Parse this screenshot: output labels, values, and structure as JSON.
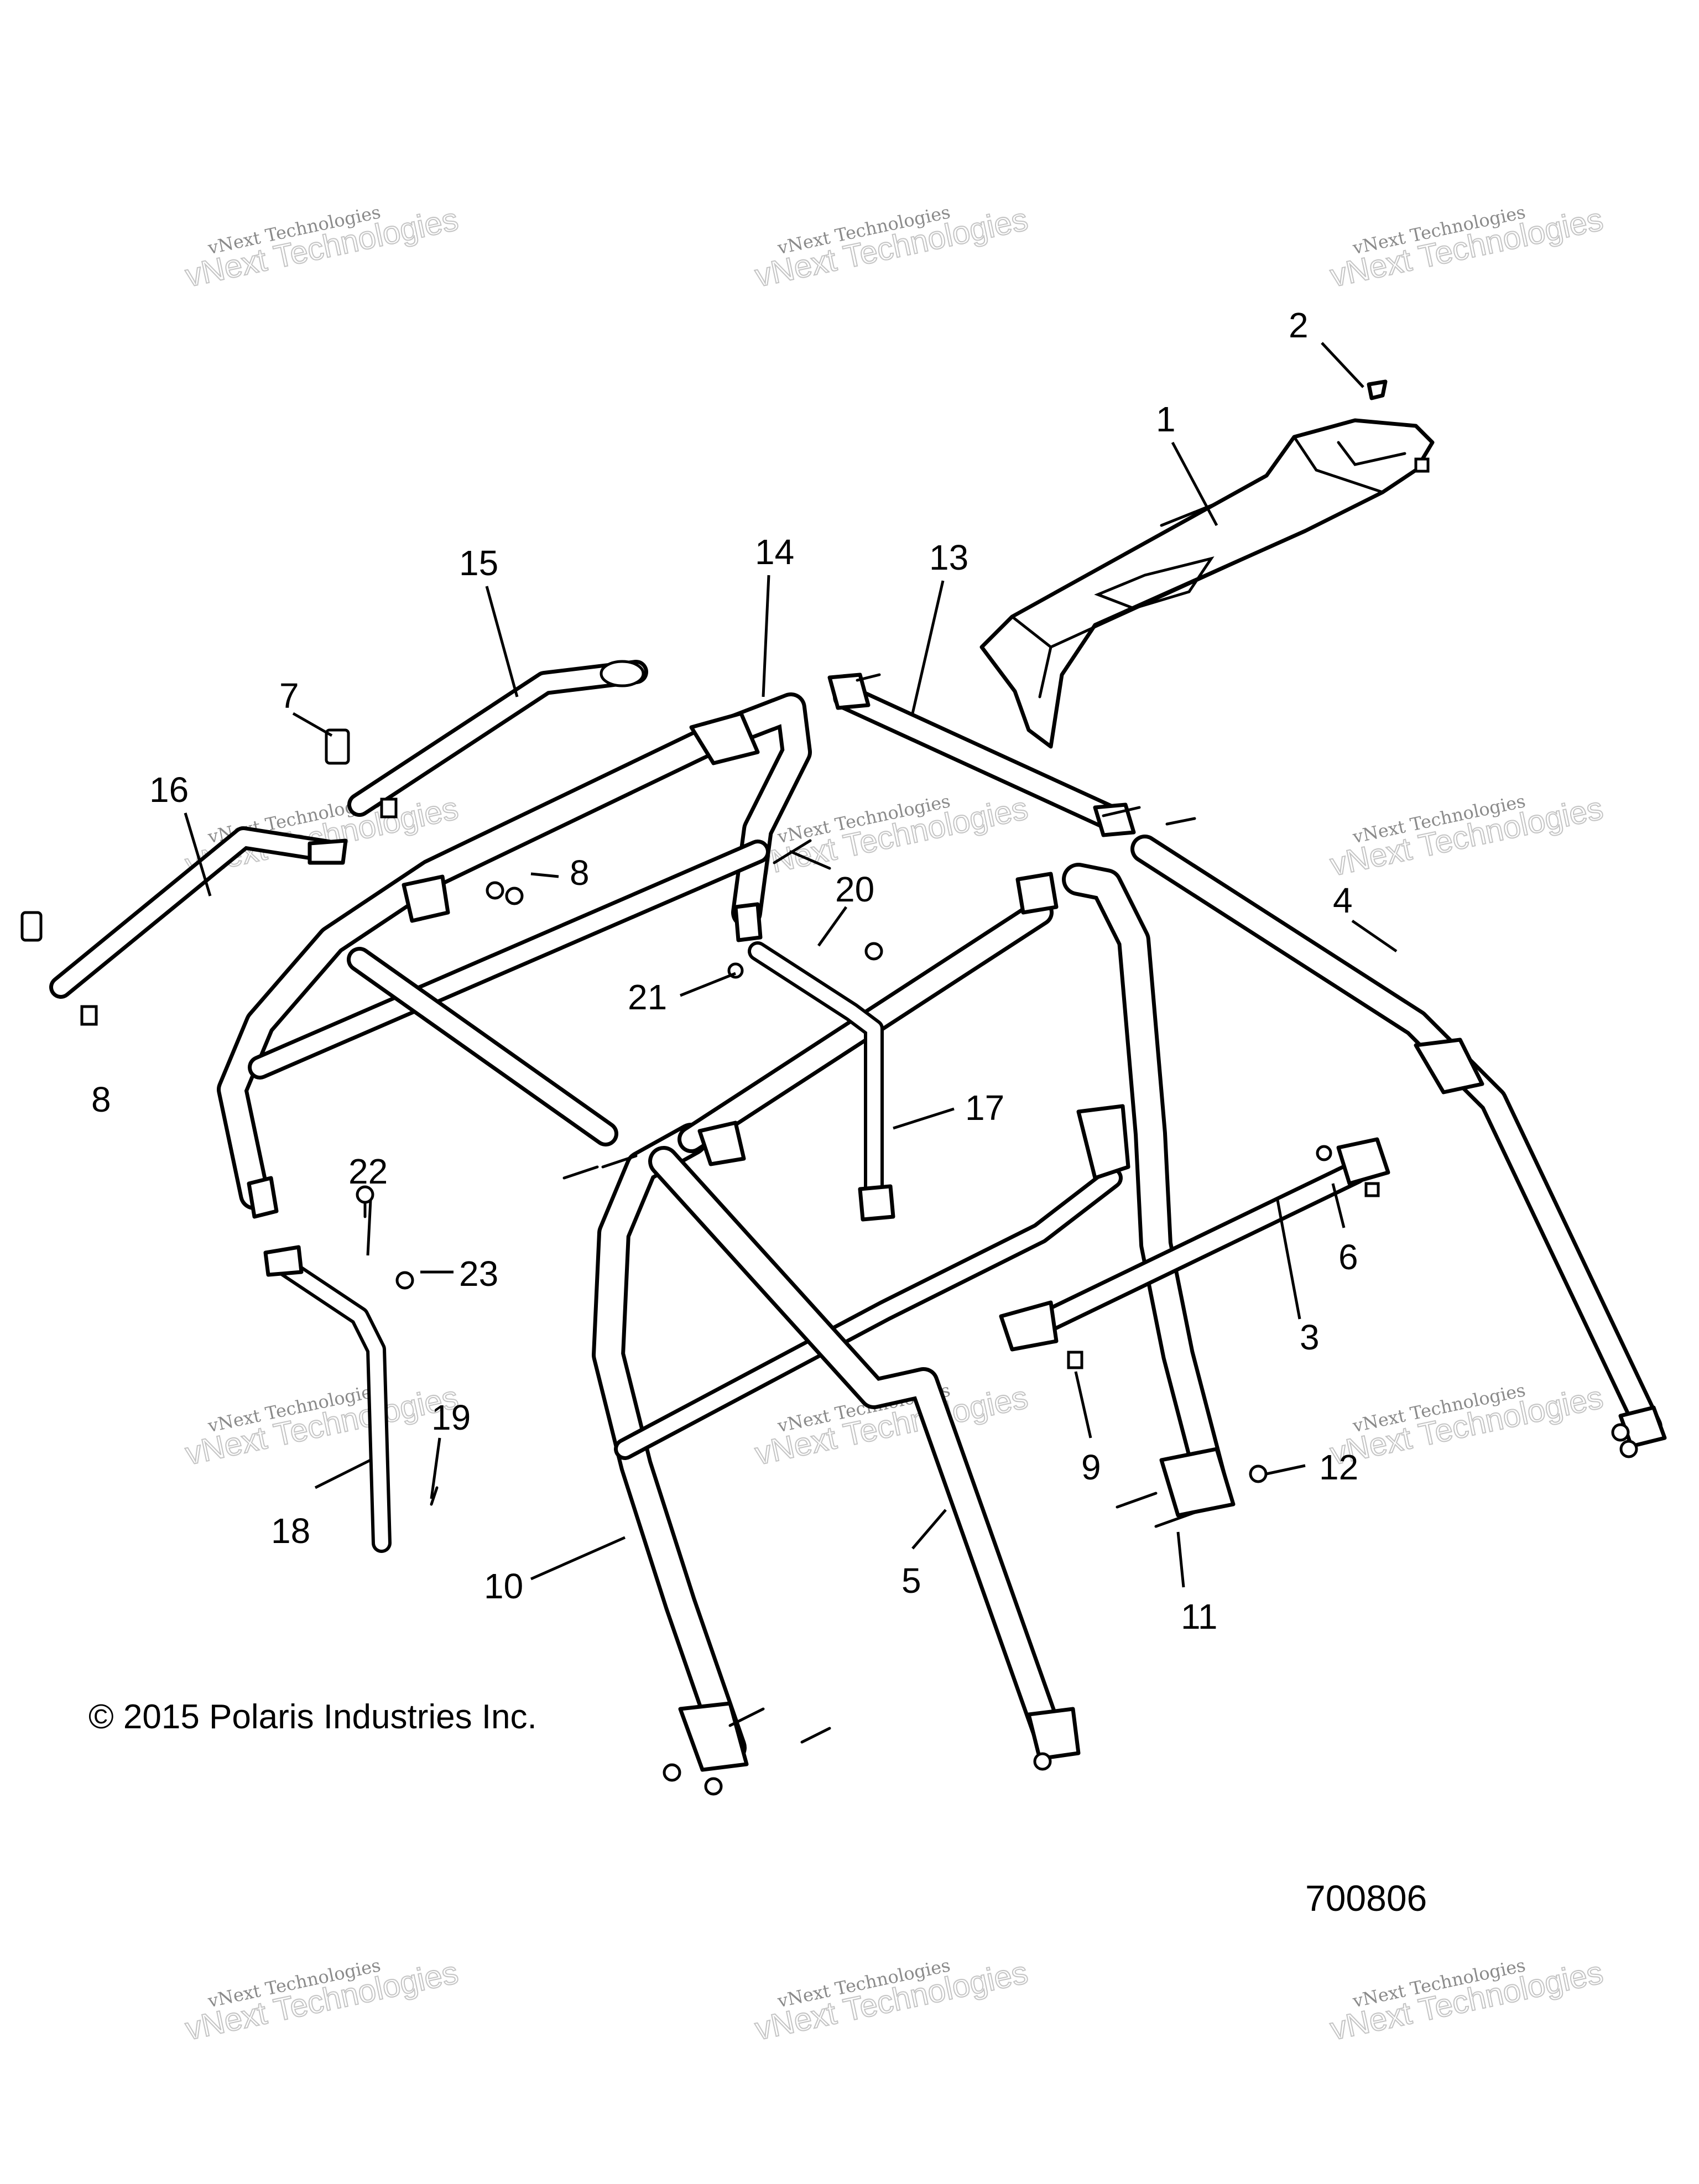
{
  "diagram": {
    "callouts": [
      "1",
      "2",
      "3",
      "4",
      "5",
      "6",
      "7",
      "8",
      "8",
      "9",
      "10",
      "11",
      "12",
      "13",
      "14",
      "15",
      "16",
      "17",
      "18",
      "19",
      "20",
      "21",
      "22",
      "23"
    ],
    "copyright": "© 2015 Polaris Industries Inc.",
    "figure_number": "700806",
    "watermark": {
      "line1": "vNext Technologies",
      "line2": "vNext Technologies"
    }
  }
}
